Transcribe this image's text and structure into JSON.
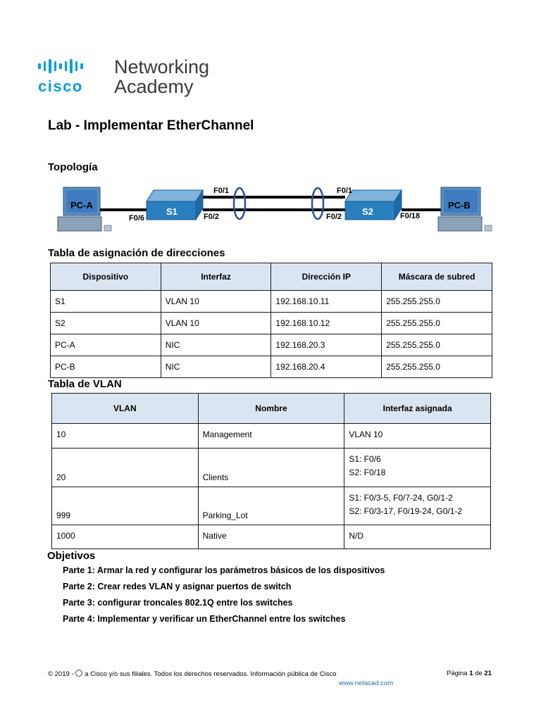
{
  "brand": {
    "wordmark": "cisco",
    "line1": "Networking",
    "line2": "Academy"
  },
  "title": "Lab - Implementar EtherChannel",
  "topology": {
    "heading": "Topología",
    "pc_a": "PC-A",
    "pc_b": "PC-B",
    "s1": "S1",
    "s2": "S2",
    "s1_f01": "F0/1",
    "s1_f02": "F0/2",
    "s1_f06": "F0/6",
    "s2_f01": "F0/1",
    "s2_f02": "F0/2",
    "s2_f018": "F0/18"
  },
  "addressing": {
    "heading": "Tabla de asignación de direcciones",
    "headers": [
      "Dispositivo",
      "Interfaz",
      "Dirección IP",
      "Máscara de subred"
    ],
    "rows": [
      [
        "S1",
        "VLAN 10",
        "192.168.10.11",
        "255.255.255.0"
      ],
      [
        "S2",
        "VLAN 10",
        "192.168.10.12",
        "255.255.255.0"
      ],
      [
        "PC-A",
        "NIC",
        "192.168.20.3",
        "255.255.255.0"
      ],
      [
        "PC-B",
        "NIC",
        "192.168.20.4",
        "255.255.255.0"
      ]
    ]
  },
  "vlan": {
    "heading": "Tabla de VLAN",
    "headers": [
      "VLAN",
      "Nombre",
      "Interfaz asignada"
    ],
    "rows": [
      {
        "vlan": "10",
        "name": "Management",
        "iface": [
          "VLAN 10"
        ]
      },
      {
        "vlan": "20",
        "name": "Clients",
        "iface": [
          "S1: F0/6",
          "S2: F0/18"
        ]
      },
      {
        "vlan": "999",
        "name": "Parking_Lot",
        "iface": [
          "S1: F0/3-5, F0/7-24, G0/1-2",
          "S2: F0/3-17, F0/19-24, G0/1-2"
        ]
      },
      {
        "vlan": "1000",
        "name": "Native",
        "iface": [
          "N/D"
        ]
      }
    ]
  },
  "objectives": {
    "heading": "Objetivos",
    "items": [
      "Parte 1: Armar la red y configurar los parámetros básicos de los dispositivos",
      "Parte 2: Crear redes VLAN y asignar puertos de switch",
      "Parte 3: configurar troncales 802.1Q entre los switches",
      "Parte 4: Implementar y verificar un EtherChannel entre los switches"
    ]
  },
  "footer": {
    "copyright": "© 2019 - ",
    "copyright_rest": "a Cisco y/o sus filiales. Todos los derechos reservados. Información pública de Cisco",
    "page_prefix": "Página ",
    "page_num": "1",
    "page_mid": " de ",
    "page_total": "21",
    "link": "www.netacad.com"
  },
  "colors": {
    "cisco_blue": "#049fd9",
    "header_fill": "#dbe5f1",
    "switch_blue": "#2a7fc0",
    "link_blue": "#1f6fb2"
  }
}
